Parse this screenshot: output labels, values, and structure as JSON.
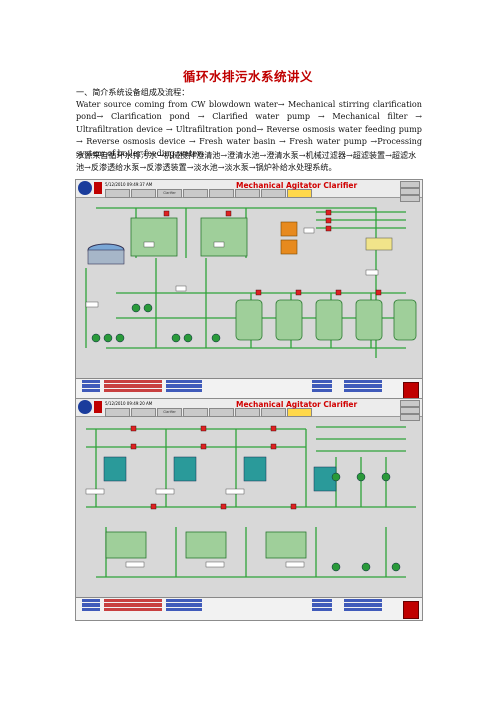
{
  "document": {
    "title": "循环水排污水系统讲义",
    "section_heading": "一、简介系统设备组成及流程：",
    "flow_english": "Water source coming from CW blowdown water→ Mechanical stirring clarification pond→ Clarification pond → Clarified water pump → Mechanical filter → Ultrafiltration device → Ultrafiltration pond→ Reverse osmosis water feeding pump → Reverse osmosis device → Fresh water basin → Fresh water pump →Processing system of boiler feeding water。",
    "flow_chinese": "水源来自循环水排污水→机械搅拌澄清池→澄清水池→澄清水泵→机械过滤器→超滤装置→超滤水池→反渗透给水泵→反渗透装置→淡水池→淡水泵→锅炉补给水处理系统。"
  },
  "hmi_panels": [
    {
      "timestamp": "5/12/2010 09:49:37 AM",
      "system_name": "Mechanical Agitator Clarifier",
      "tabs": [
        "",
        "",
        "Clarifier",
        "",
        "",
        "",
        "",
        ""
      ],
      "active_tab": 7,
      "right_buttons": [
        "",
        "",
        ""
      ]
    },
    {
      "timestamp": "5/12/2010 09:49:20 AM",
      "system_name": "Mechanical Agitator Clarifier",
      "tabs": [
        "",
        "",
        "Clarifier",
        "",
        "",
        "",
        "",
        ""
      ],
      "active_tab": 7,
      "right_buttons": [
        "",
        "",
        ""
      ]
    }
  ],
  "colors": {
    "title": "#c00000",
    "pipe_green": "#2fa33a",
    "tank_green": "#9fcf9a",
    "tank_orange": "#e78a1e",
    "alarm_red": "#c00000",
    "alarm_blue": "#2040b0",
    "panel_bg": "#d8d8d8"
  }
}
